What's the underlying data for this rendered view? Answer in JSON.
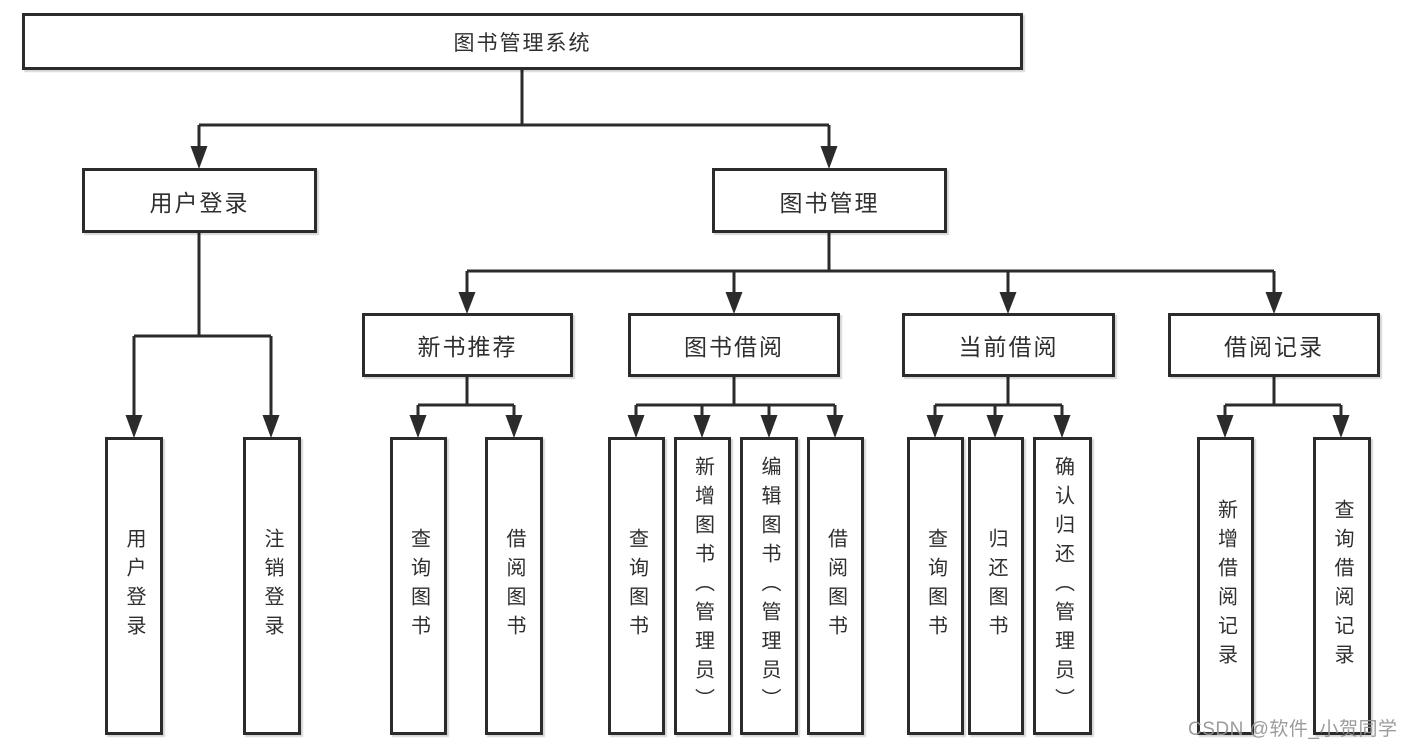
{
  "tree": {
    "label": "图书管理系统",
    "children": [
      {
        "label": "用户登录",
        "children": [
          {
            "label": "用户登录"
          },
          {
            "label": "注销登录"
          }
        ]
      },
      {
        "label": "图书管理",
        "children": [
          {
            "label": "新书推荐",
            "children": [
              {
                "label": "查询图书"
              },
              {
                "label": "借阅图书"
              }
            ]
          },
          {
            "label": "图书借阅",
            "children": [
              {
                "label": "查询图书"
              },
              {
                "label": "新增图书（管理员）"
              },
              {
                "label": "编辑图书（管理员）"
              },
              {
                "label": "借阅图书"
              }
            ]
          },
          {
            "label": "当前借阅",
            "children": [
              {
                "label": "查询图书"
              },
              {
                "label": "归还图书"
              },
              {
                "label": "确认归还（管理员）"
              }
            ]
          },
          {
            "label": "借阅记录",
            "children": [
              {
                "label": "新增借阅记录"
              },
              {
                "label": "查询借阅记录"
              }
            ]
          }
        ]
      }
    ]
  },
  "watermark": {
    "text": "CSDN @软件_小贺同学"
  },
  "colors": {
    "background": "#ffffff",
    "line": "#2b2b2b",
    "box_border": "#2b2b2b",
    "text": "#2f2f2f",
    "watermark_text": "#949494"
  }
}
